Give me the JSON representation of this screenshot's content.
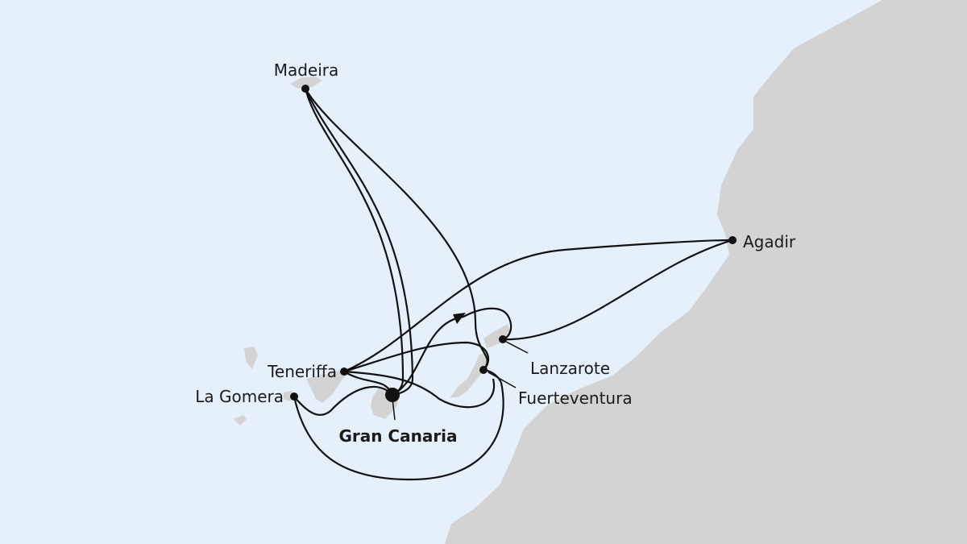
{
  "map": {
    "colors": {
      "sea": "#e6f0fb",
      "land": "#d3d3d3",
      "route": "#111111"
    },
    "ports": {
      "madeira": "Madeira",
      "agadir": "Agadir",
      "lanzarote": "Lanzarote",
      "fuerteventura": "Fuerteventura",
      "teneriffa": "Teneriffa",
      "la_gomera": "La Gomera",
      "gran_canaria": "Gran Canaria"
    },
    "home_port": "Gran Canaria"
  }
}
